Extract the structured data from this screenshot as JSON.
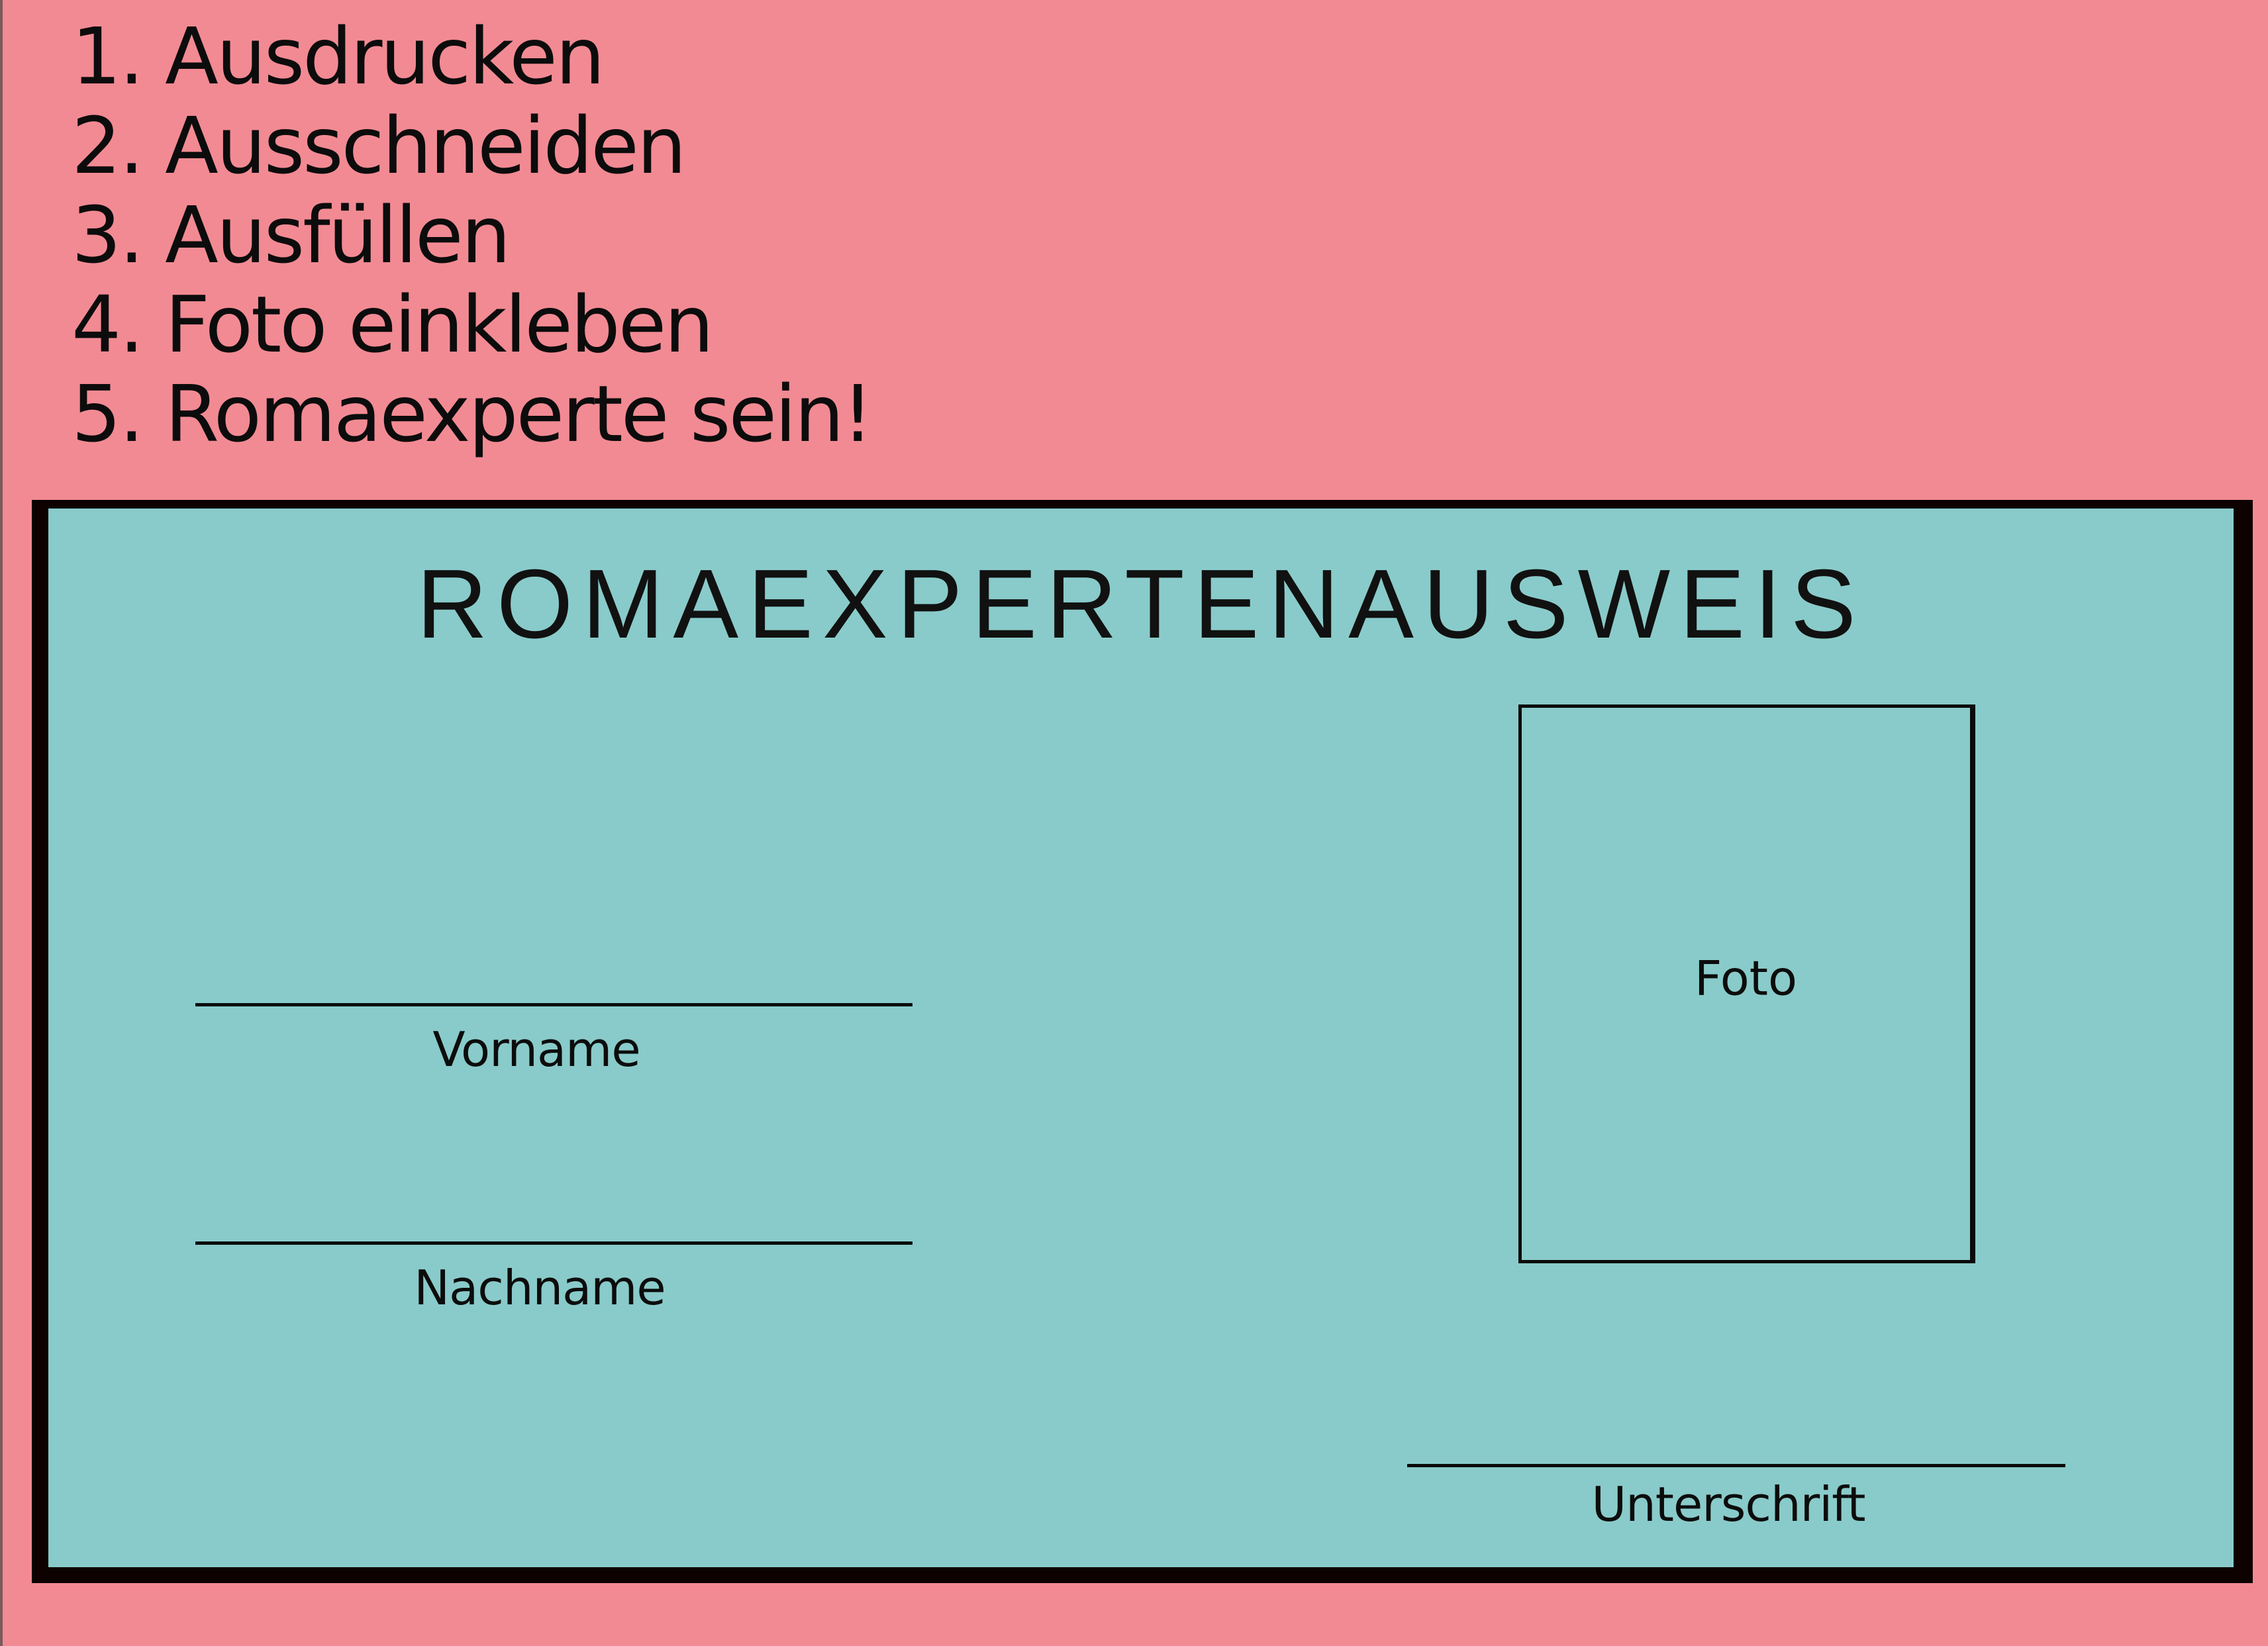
{
  "instructions": [
    "1. Ausdrucken",
    "2. Ausschneiden",
    "3. Ausfüllen",
    "4. Foto einkleben",
    "5. Romaexperte sein!"
  ],
  "card": {
    "title": "ROMAEXPERTENAUSWEIS",
    "first_name_label": "Vorname",
    "last_name_label": "Nachname",
    "photo_label": "Foto",
    "signature_label": "Unterschrift"
  },
  "colors": {
    "background": "#f28a93",
    "card": "#89cbca",
    "border": "#0d0200"
  }
}
